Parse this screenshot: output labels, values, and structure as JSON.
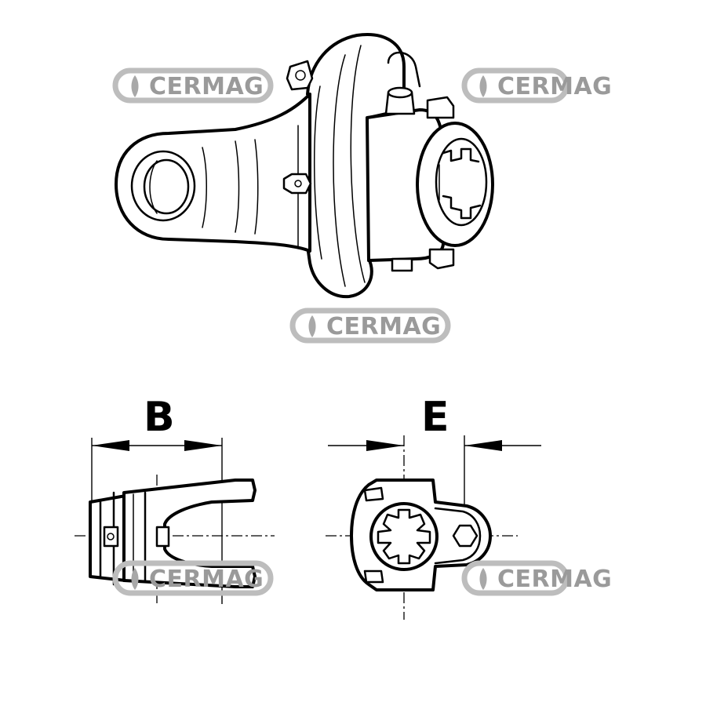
{
  "watermark": {
    "text": "CERMAG",
    "color": "#9a9a9a",
    "icon": "wheat-leaf-icon"
  },
  "dimensions": {
    "b_label": "B",
    "e_label": "E"
  },
  "colors": {
    "ink": "#000000",
    "background": "#ffffff"
  }
}
